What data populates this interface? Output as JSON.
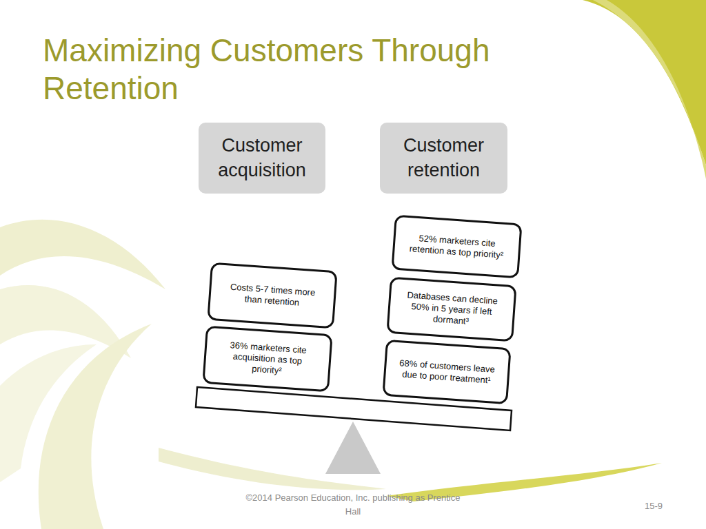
{
  "diagram": {
    "title": "Maximizing Customers Through Retention",
    "nodes": [
      {
        "text": [
          "Customer acquisition"
        ]
      },
      {
        "text": [
          "Customer retention"
        ]
      },
      {
        "text": [
          "52% marketers cite retention as top priority²"
        ]
      },
      {
        "text": [
          "Costs 5-7 times more than retention"
        ]
      },
      {
        "text": [
          "Databases can decline 50% in 5 years if left dormant³"
        ]
      },
      {
        "text": [
          "36% marketers cite acquisition as top priority²"
        ]
      },
      {
        "text": [
          "68% of customers leave due to poor treatment¹"
        ]
      }
    ],
    "labels": [
      "©2014 Pearson Education, Inc. publishing as Prentice Hall",
      "15-9"
    ]
  }
}
